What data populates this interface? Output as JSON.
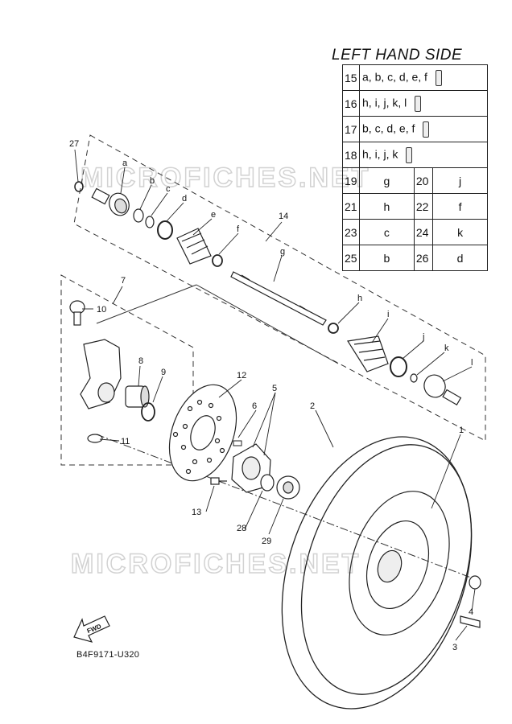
{
  "title": "LEFT HAND SIDE",
  "legend_rows": [
    {
      "num": "15",
      "letters": "a, b, c, d, e, f"
    },
    {
      "num": "16",
      "letters": "h, i, j, k, l"
    },
    {
      "num": "17",
      "letters": "b, c, d, e, f"
    },
    {
      "num": "18",
      "letters": "h, i, j, k"
    }
  ],
  "legend_pairs": [
    {
      "n1": "19",
      "v1": "g",
      "n2": "20",
      "v2": "j"
    },
    {
      "n1": "21",
      "v1": "h",
      "n2": "22",
      "v2": "f"
    },
    {
      "n1": "23",
      "v1": "c",
      "n2": "24",
      "v2": "k"
    },
    {
      "n1": "25",
      "v1": "b",
      "n2": "26",
      "v2": "d"
    }
  ],
  "callouts": {
    "c1": "1",
    "c2": "2",
    "c3": "3",
    "c4": "4",
    "c5": "5",
    "c6": "6",
    "c7": "7",
    "c8": "8",
    "c9": "9",
    "c10": "10",
    "c11": "11",
    "c12": "12",
    "c13": "13",
    "c14": "14",
    "c27": "27",
    "c28": "28",
    "c29": "29",
    "la": "a",
    "lb": "b",
    "lc": "c",
    "ld": "d",
    "le": "e",
    "lf": "f",
    "lg": "g",
    "lh": "h",
    "li": "i",
    "lj": "j",
    "lk": "k",
    "ll": "l"
  },
  "watermark": "MICROFICHES.NET",
  "fwd_label": "FWD",
  "diagram_code": "B4F9171-U320"
}
